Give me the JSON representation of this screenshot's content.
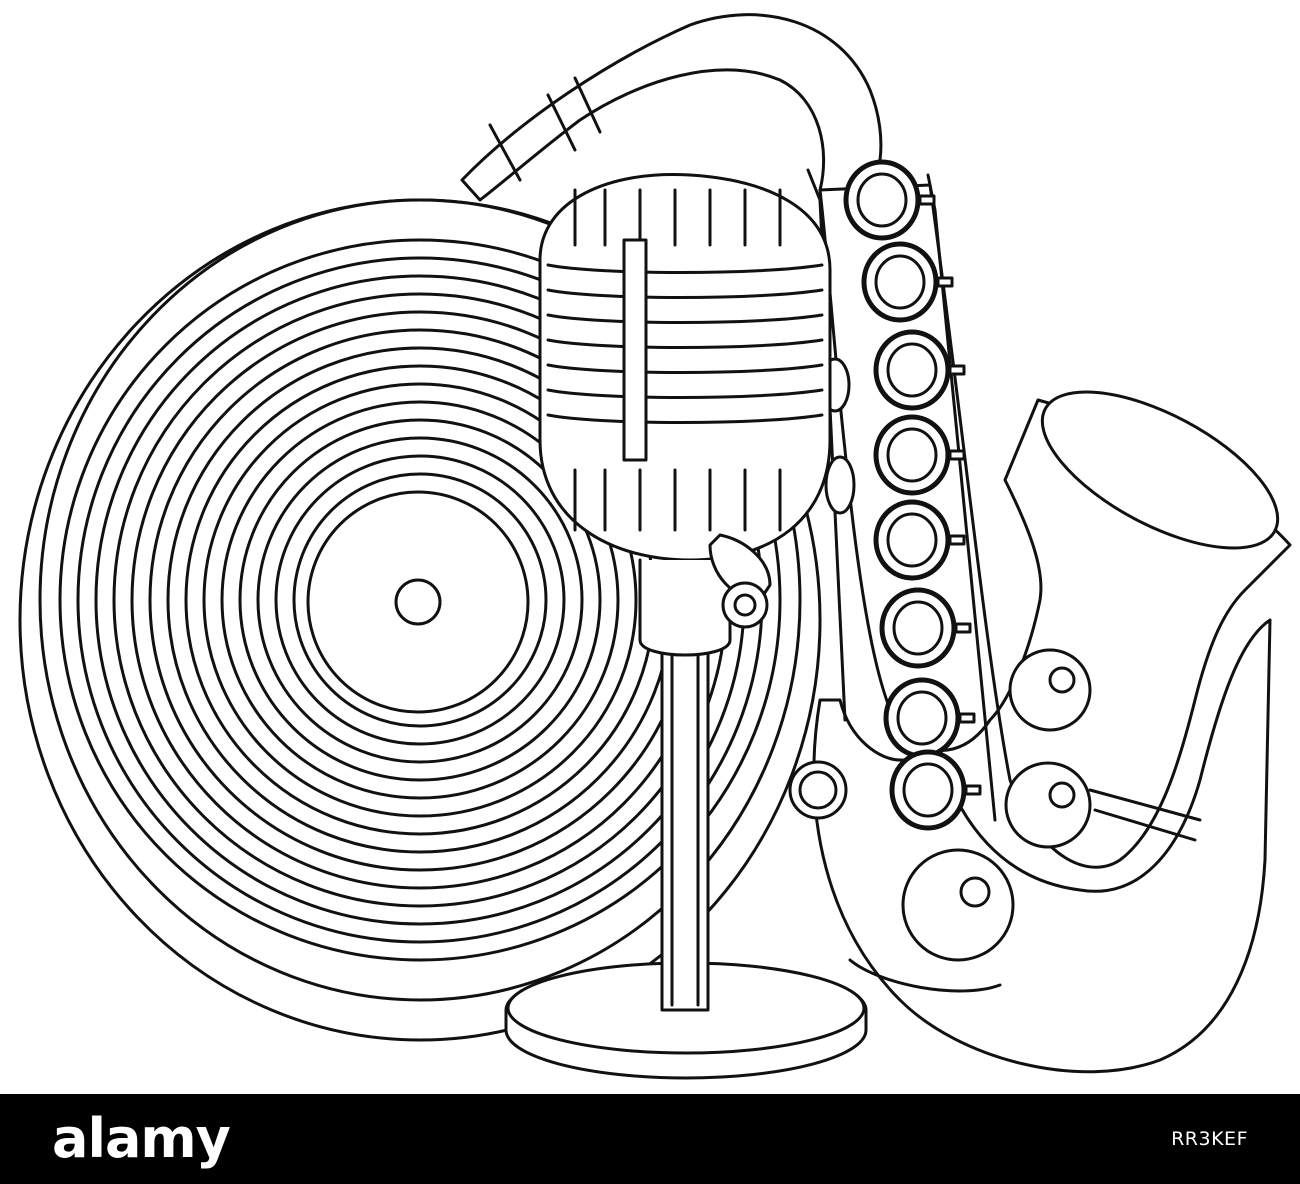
{
  "footer": {
    "logo_text": "alamy",
    "image_id": "RR3KEF",
    "background": "#000000",
    "text_color": "#ffffff"
  },
  "illustration": {
    "style": "black outline on white",
    "objects": [
      "vinyl-record",
      "vintage-microphone",
      "saxophone"
    ]
  }
}
